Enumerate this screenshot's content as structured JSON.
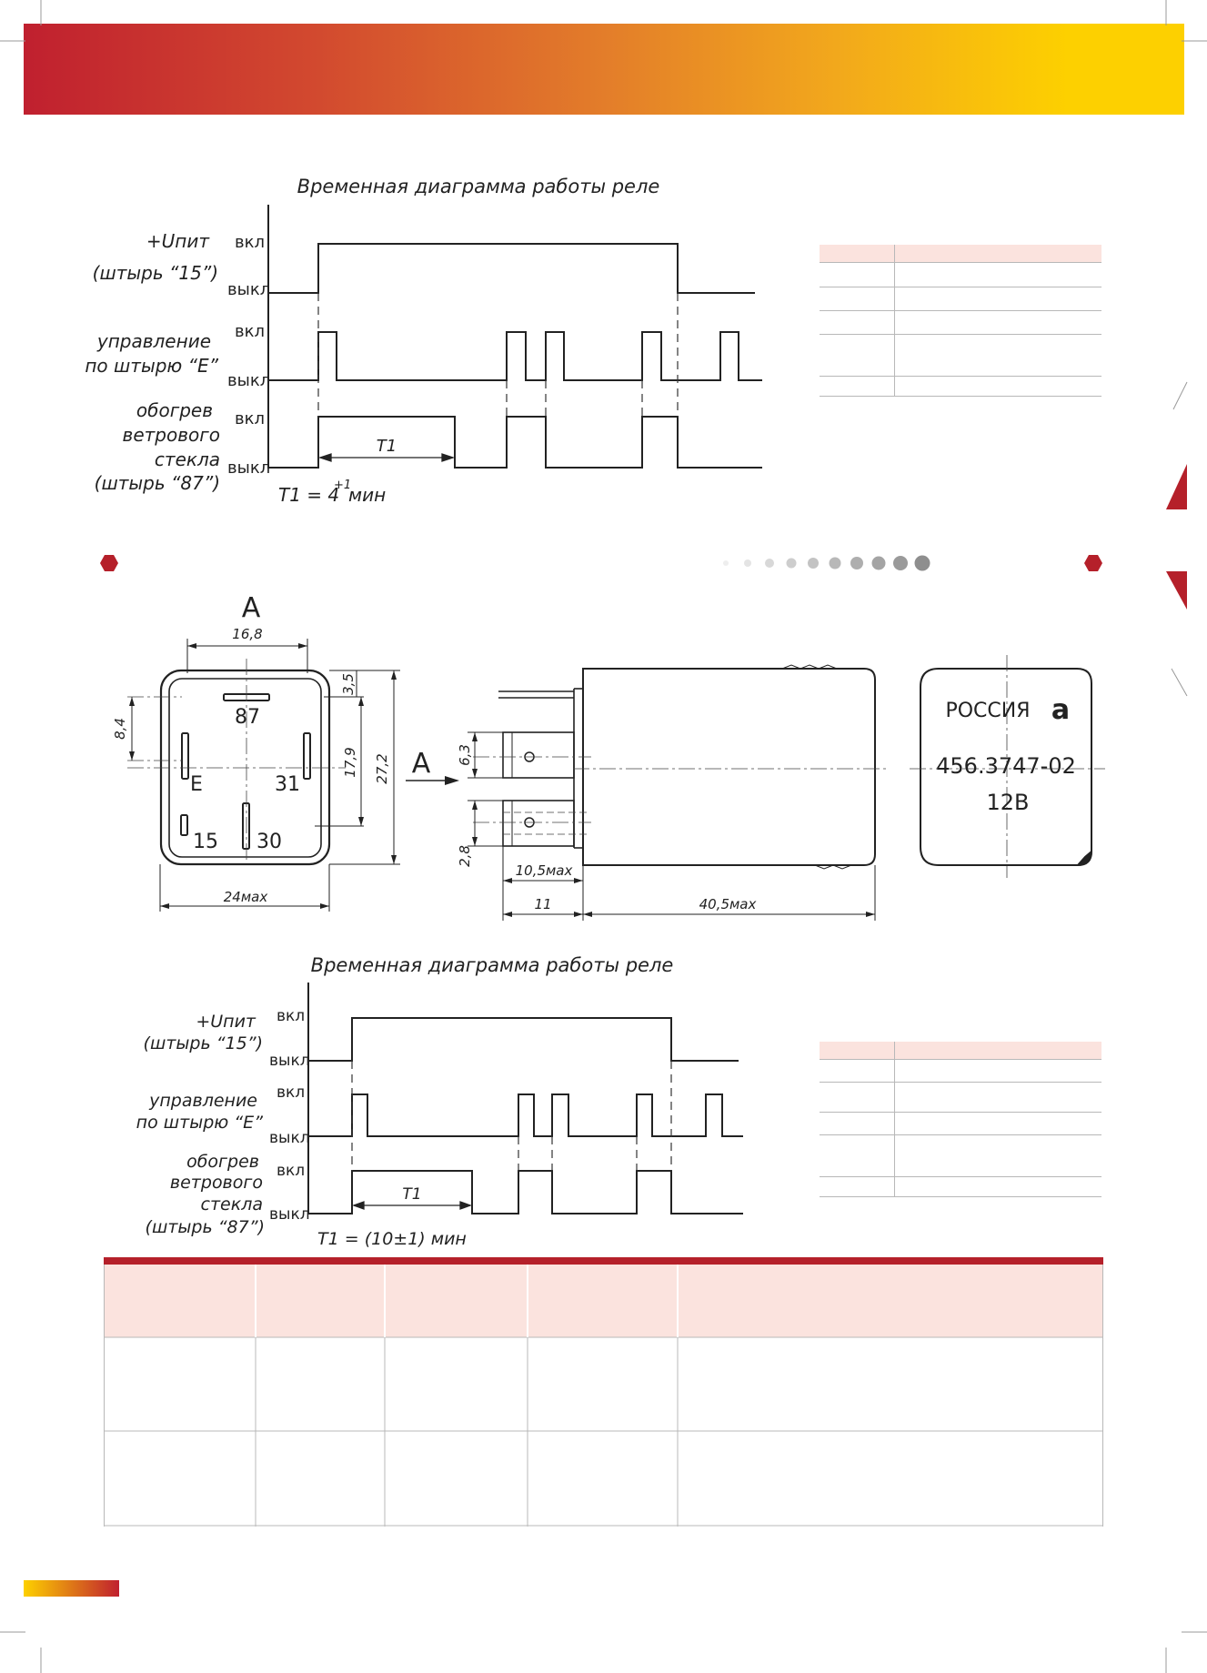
{
  "colors": {
    "banner_left": "#c0202f",
    "banner_mid": "#e37d2a",
    "banner_right": "#fdd000",
    "accent": "#b5202a",
    "table_header": "#fbe3de",
    "line": "#222222"
  },
  "diagram1": {
    "title": "Временная диаграмма работы реле",
    "rows": [
      {
        "label": [
          "+Uпит",
          "(штырь “15”)"
        ],
        "on": "вкл",
        "off": "выкл"
      },
      {
        "label": [
          "управление",
          "по штырю “E”"
        ],
        "on": "вкл",
        "off": "выкл"
      },
      {
        "label": [
          "обогрев",
          "ветрового",
          "стекла",
          "(штырь “87”)"
        ],
        "on": "вкл",
        "off": "выкл"
      }
    ],
    "t1_label": "T1",
    "formula": "T1 = 4",
    "formula_sup": "+1",
    "formula_unit": "мин"
  },
  "diagram2": {
    "title": "Временная диаграмма работы реле",
    "rows": [
      {
        "label": [
          "+Uпит",
          "(штырь “15”)"
        ],
        "on": "вкл",
        "off": "выкл"
      },
      {
        "label": [
          "управление",
          "по штырю “E”"
        ],
        "on": "вкл",
        "off": "выкл"
      },
      {
        "label": [
          "обогрев",
          "ветрового",
          "стекла",
          "(штырь “87”)"
        ],
        "on": "вкл",
        "off": "выкл"
      }
    ],
    "t1_label": "T1",
    "formula": "T1 = (10±1) мин"
  },
  "drawing": {
    "view_letter": "A",
    "arrow_letter": "A",
    "dims": {
      "w168": "16,8",
      "h35": "3,5",
      "h84": "8,4",
      "h179": "17,9",
      "h272": "27,2",
      "w24": "24мах",
      "h63": "6,3",
      "h28": "2,8",
      "w105": "10,5мах",
      "w11": "11",
      "w405": "40,5мах"
    },
    "pins": {
      "p87": "87",
      "pE": "E",
      "p31": "31",
      "p15": "15",
      "p30": "30"
    },
    "label": {
      "country": "РОССИЯ",
      "logo": "a",
      "model": "456.3747-02",
      "voltage": "12В"
    }
  }
}
